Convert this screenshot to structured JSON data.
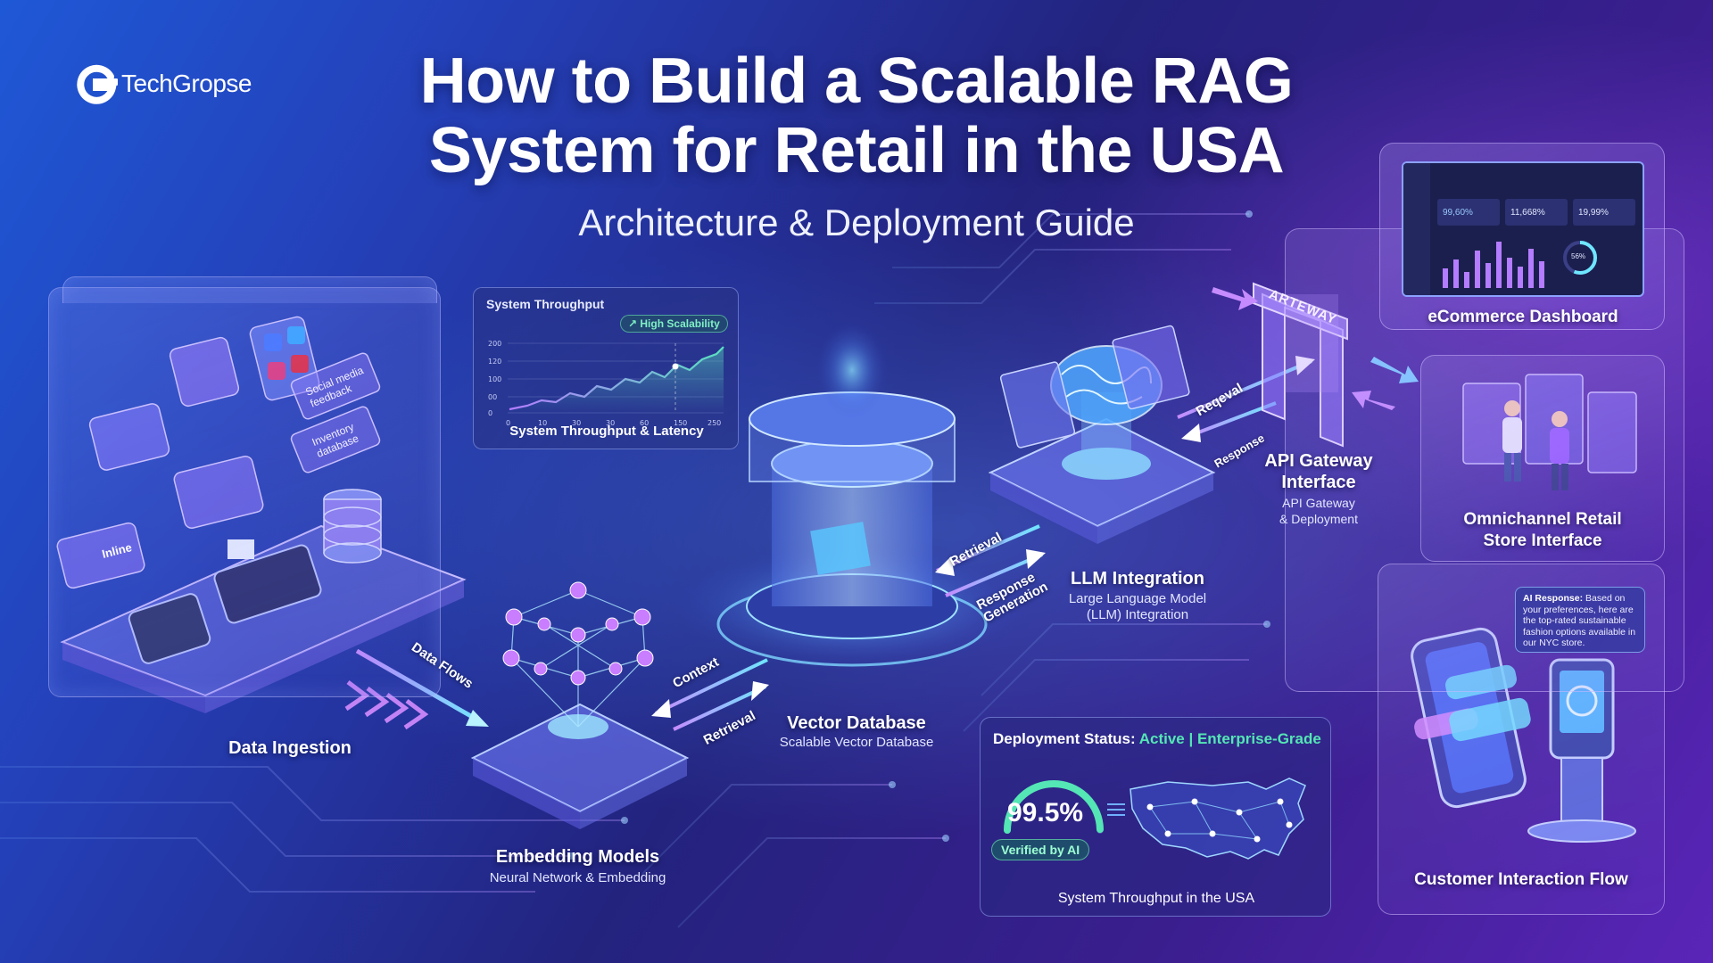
{
  "brand": {
    "name": "TechGropse"
  },
  "title": {
    "line1": "How to Build a Scalable RAG",
    "line2": "System for Retail in the USA",
    "subtitle": "Architecture & Deployment Guide"
  },
  "nodes": {
    "data_ingestion": {
      "label": "Data Ingestion"
    },
    "embedding": {
      "label": "Embedding Models",
      "sublabel": "Neural Network & Embedding"
    },
    "vector_db": {
      "label": "Vector Database",
      "sublabel": "Scalable Vector Database"
    },
    "llm": {
      "label": "LLM Integration",
      "sublabel": "Large Language Model",
      "sublabel2": "(LLM) Integration"
    },
    "api_gateway": {
      "label": "API Gateway",
      "label2": "Interface",
      "sublabel": "API Gateway",
      "sublabel2": "& Deployment",
      "arch_text": "ARTEWAY"
    },
    "ecommerce": {
      "label": "eCommerce Dashboard"
    },
    "omnichannel": {
      "label": "Omnichannel Retail",
      "label2": "Store Interface"
    },
    "customer": {
      "label": "Customer Interaction Flow"
    }
  },
  "ingestion_items": {
    "social": "Social media feedback",
    "inventory": "Inventory database",
    "inline": "Inline"
  },
  "flows": {
    "data_flows": "Data Flows",
    "context": "Context",
    "retrieval_left": "Retrieval",
    "retrieval_mid": "Retrieval",
    "response_generation": "Response Generation",
    "reqeval": "Reqeval",
    "response": "Response"
  },
  "throughput": {
    "header": "System Throughput",
    "badge": "High Scalability",
    "footer": "System Throughput & Latency",
    "y_ticks": [
      "200",
      "120",
      "100",
      "00",
      "0"
    ],
    "x_ticks": [
      "0",
      "10",
      "30",
      "30",
      "60",
      "150",
      "250"
    ]
  },
  "deployment": {
    "status_label": "Deployment Status:",
    "status_value": "Active | Enterprise-Grade",
    "uptime": "99.5%",
    "uptime_fraction": 0.995,
    "verified": "Verified by AI",
    "footer": "System Throughput in the USA"
  },
  "ai_response": {
    "prefix": "AI Response:",
    "text": "Based on your preferences, here are the top-rated sustainable fashion options available in our NYC store."
  },
  "dashboard": {
    "title": "eCommerce Dashboard",
    "stats": [
      "99,60%",
      "11,668%",
      "19,99%"
    ],
    "gauge": "56%"
  },
  "colors": {
    "accent_cyan": "#6fe6ff",
    "accent_green": "#54e6b4",
    "accent_purple": "#c58bff"
  }
}
